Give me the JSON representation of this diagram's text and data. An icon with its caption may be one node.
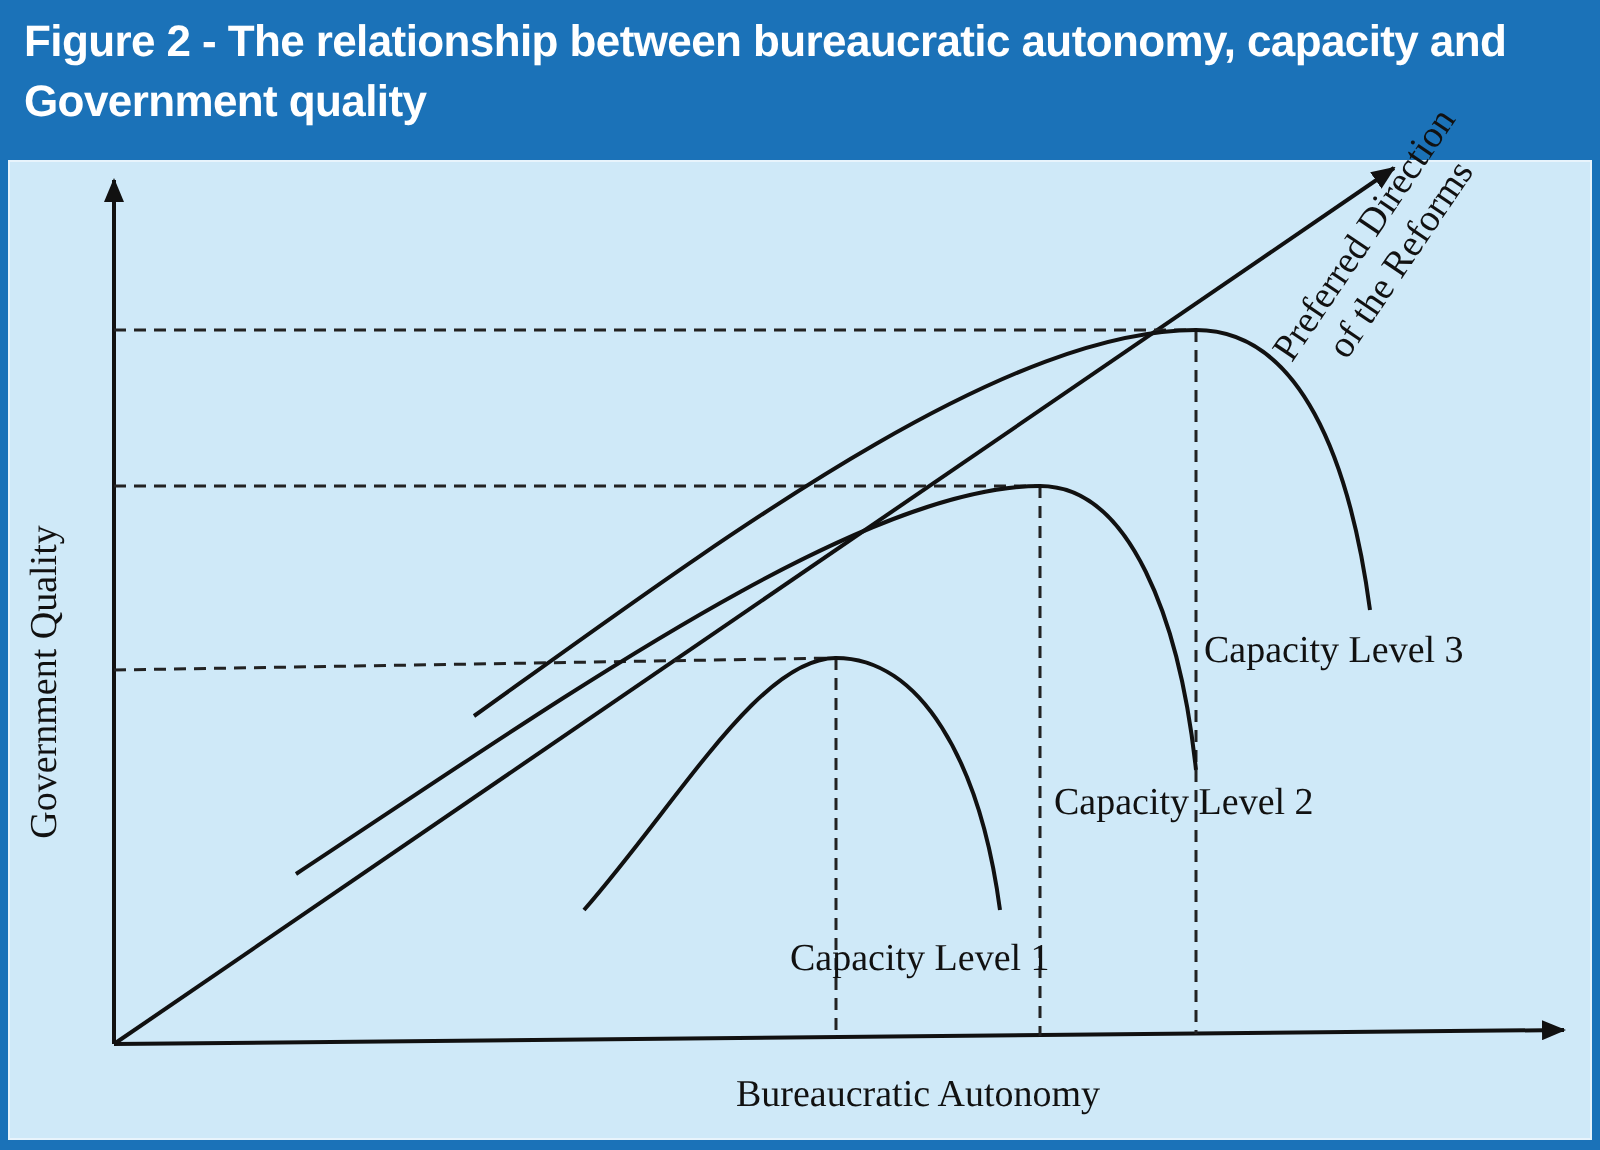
{
  "diagram": {
    "title": "Figure 2 - The relationship between bureaucratic autonomy, capacity and Government quality",
    "labels": [
      "Preferred Direction of the Reforms",
      "Government Quality",
      "Capacity Level 3",
      "Capacity Level 2",
      "Capacity Level 1",
      "Bureaucratic Autonomy"
    ]
  }
}
